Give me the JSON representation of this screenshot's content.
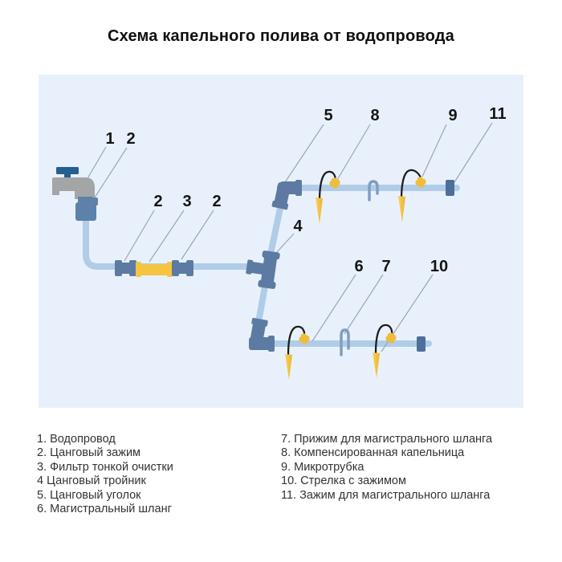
{
  "title": "Схема капельного полива от водопровода",
  "callouts": [
    {
      "n": "1"
    },
    {
      "n": "2"
    },
    {
      "n": "2"
    },
    {
      "n": "3"
    },
    {
      "n": "2"
    },
    {
      "n": "4"
    },
    {
      "n": "5"
    },
    {
      "n": "8"
    },
    {
      "n": "9"
    },
    {
      "n": "11"
    },
    {
      "n": "6"
    },
    {
      "n": "7"
    },
    {
      "n": "10"
    }
  ],
  "legend": {
    "left": [
      "1. Водопровод",
      "2. Цанговый зажим",
      "3. Фильтр тонкой очистки",
      "4 Цанговый тройник",
      "5. Цанговый уголок",
      "6. Магистральный шланг"
    ],
    "right": [
      "7. Прижим для магистрального шланга",
      "8. Компенсированная капельница",
      "9. Микротрубка",
      "10. Стрелка с зажимом",
      "11. Зажим для магистрального шланга"
    ]
  },
  "colors": {
    "panel_background": "#e8f1fb",
    "pipe_blue": "#b0cce8",
    "fitting_slate": "#5d7ba2",
    "connector_slate": "#5d81a9",
    "end_clamp_dark": "#4e6f99",
    "holddown_clamp": "#7f9ec1",
    "filter_yellow": "#f5c440",
    "dripper_yellow": "#f0bd3b",
    "stake_yellow_light": "#f8cf5e",
    "stake_yellow_dark": "#edb52c",
    "faucet_gray": "#a4a5a7",
    "faucet_handle_blue": "#25608f",
    "microtube_black": "#1c1c1c",
    "leader_line_gray": "#9aa6b3",
    "text_dark": "#151515",
    "legend_text": "#333333"
  }
}
